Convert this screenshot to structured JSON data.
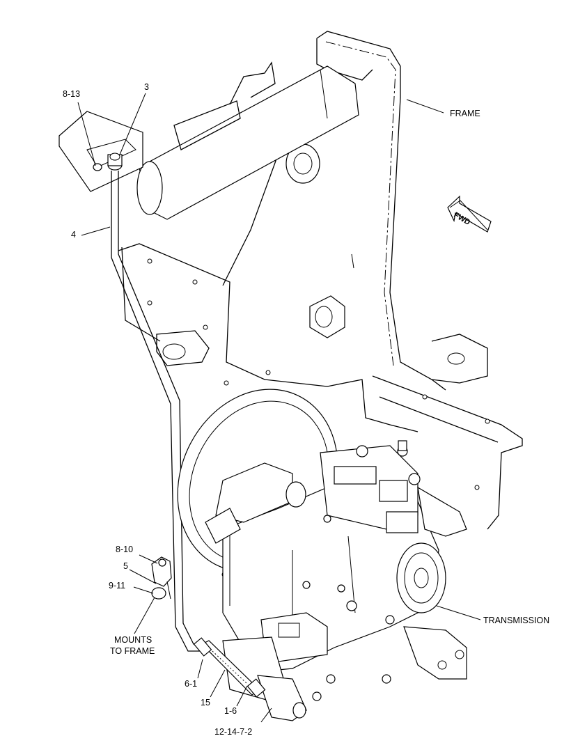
{
  "callouts": {
    "frame": "FRAME",
    "fwd": "FWD",
    "transmission": "TRANSMISSION",
    "mounts_line1": "MOUNTS",
    "mounts_line2": "TO FRAME",
    "c_8_13": "8-13",
    "c_3": "3",
    "c_4": "4",
    "c_8_10": "8-10",
    "c_5": "5",
    "c_9_11": "9-11",
    "c_6_1": "6-1",
    "c_15": "15",
    "c_1_6": "1-6",
    "c_12_14_7_2": "12-14-7-2"
  }
}
